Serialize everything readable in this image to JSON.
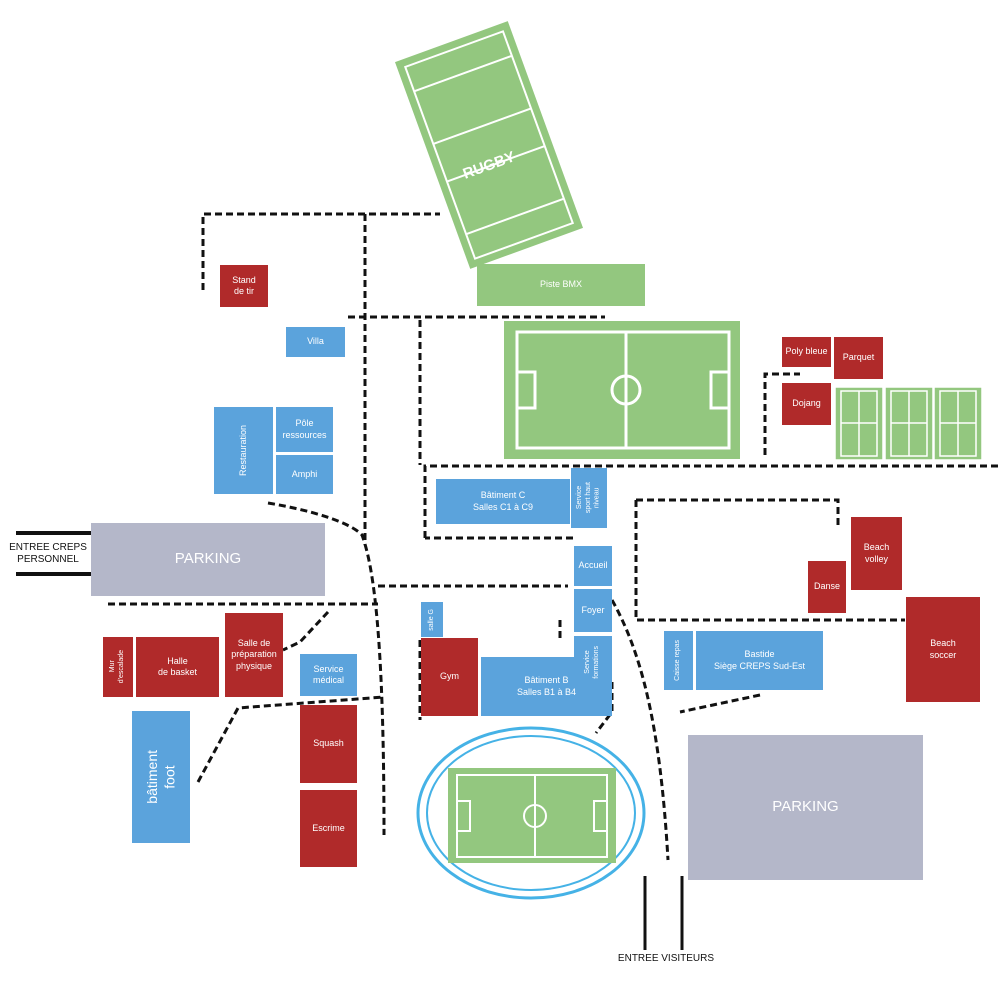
{
  "map": {
    "colors": {
      "staff_blue": "#5ba3dc",
      "sport_red": "#b02a2a",
      "field_green": "#93c77f",
      "parking_grey": "#b4b7c9",
      "track_blue": "#45b2e6",
      "path_black": "#111111"
    },
    "fields": {
      "rugby": "RUGBY"
    },
    "buildings": {
      "stand_de_tir": "Stand\nde tir",
      "piste_bmx": "Piste BMX",
      "villa": "Villa",
      "poly_bleue": "Poly bleue",
      "parquet": "Parquet",
      "dojang": "Dojang",
      "restauration": "Restauration",
      "pole_ressources": "Pôle\nressources",
      "amphi": "Amphi",
      "batiment_c": "Bâtiment C\nSalles C1 à C9",
      "service_sport_haut_niveau": "Service\nsport haut\nniveau",
      "beach_volley": "Beach\nvolley",
      "danse": "Danse",
      "parking_west": "PARKING",
      "accueil": "Accueil",
      "foyer": "Foyer",
      "salle_g": "salle G",
      "mur_escalade": "Mur\nd'escalade",
      "halle_basket": "Halle\nde basket",
      "salle_preparation": "Salle de\npréparation\nphysique",
      "service_medical": "Service\nmédical",
      "gym": "Gym",
      "batiment_b": "Bâtiment B\nSalles B1 à B4",
      "service_formations": "Service\nformations",
      "caisse_repas": "Caisse repas",
      "bastide": "Bastide\nSiège CREPS Sud-Est",
      "beach_soccer": "Beach\nsoccer",
      "batiment_foot": "bâtiment\nfoot",
      "squash": "Squash",
      "escrime": "Escrime",
      "parking_east": "PARKING"
    },
    "entrances": {
      "staff": "ENTREE CREPS\nPERSONNEL",
      "visitors": "ENTREE VISITEURS"
    }
  }
}
